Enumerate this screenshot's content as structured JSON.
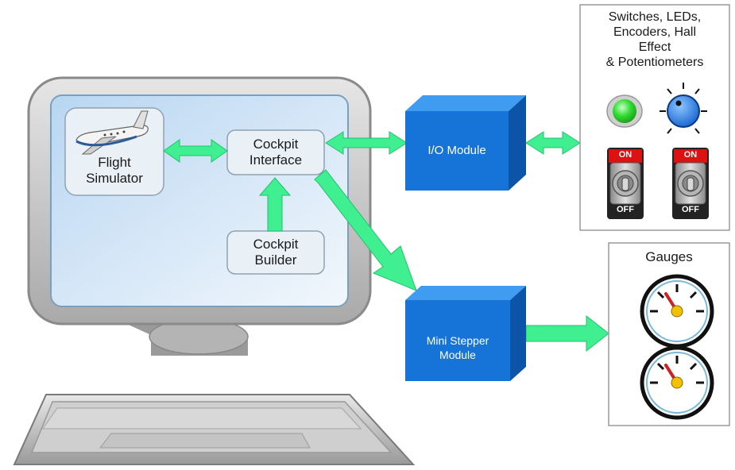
{
  "nodes": {
    "flight_simulator": [
      "Flight",
      "Simulator"
    ],
    "cockpit_interface": [
      "Cockpit",
      "Interface"
    ],
    "cockpit_builder": [
      "Cockpit",
      "Builder"
    ]
  },
  "modules": {
    "io_module": "I/O Module",
    "mini_stepper": [
      "Mini Stepper",
      "Module"
    ]
  },
  "panels": {
    "switches_panel": [
      "Switches, LEDs,",
      "Encoders, Hall",
      "Effect",
      "& Potentiometers"
    ],
    "gauges_panel": "Gauges"
  },
  "toggle_labels": {
    "on": "ON",
    "off": "OFF"
  },
  "colors": {
    "arrow": "#40f090",
    "arrow_stroke": "#22c070",
    "cube_front": "#1673d8",
    "cube_top": "#3f9cf0",
    "cube_side": "#0c54a8",
    "screen": "#cfe4f6",
    "monitor_frame": "#c8c8c8",
    "led_green": "#33dd33",
    "knob_blue": "#2a7ff0",
    "needle": "#cc2222",
    "hub": "#f2c200"
  }
}
